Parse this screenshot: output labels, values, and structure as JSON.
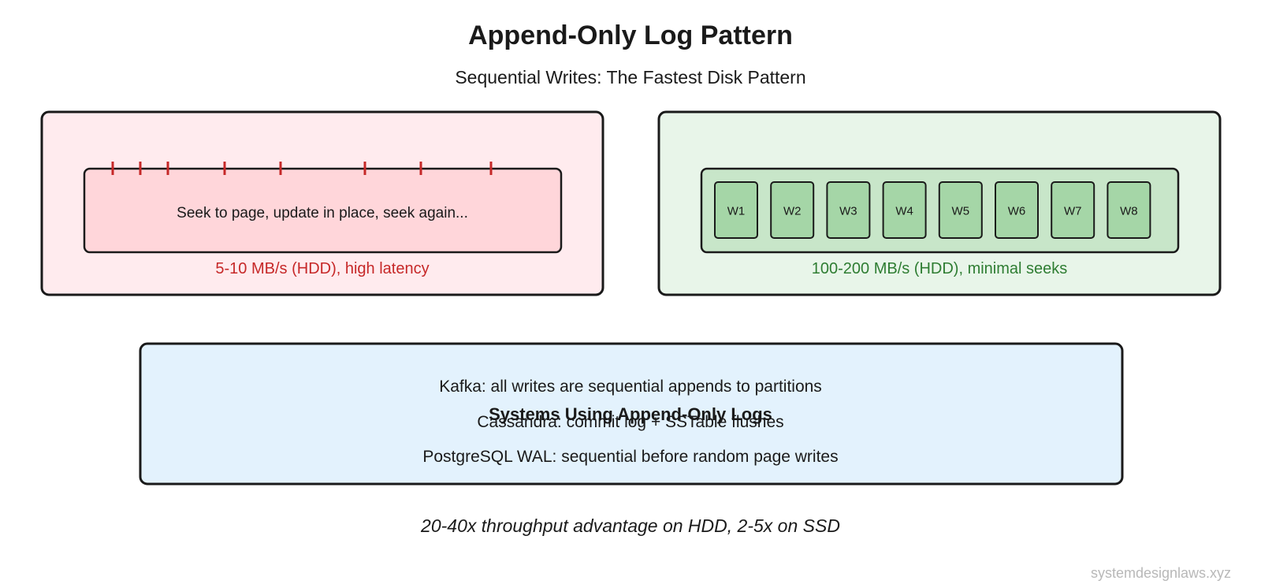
{
  "title": "Append-Only Log Pattern",
  "subtitle": "Sequential Writes: The Fastest Disk Pattern",
  "random_panel": {
    "description": "Seek to page, update in place, seek again...",
    "caption": "5-10 MB/s (HDD), high latency",
    "colors": {
      "panel_fill": "#ffebee",
      "inner_fill": "#ffd6da",
      "tick": "#c62828",
      "caption": "#c62828"
    }
  },
  "sequential_panel": {
    "blocks": [
      "W1",
      "W2",
      "W3",
      "W4",
      "W5",
      "W6",
      "W7",
      "W8"
    ],
    "caption": "100-200 MB/s (HDD), minimal seeks",
    "colors": {
      "panel_fill": "#e8f5e9",
      "inner_fill": "#c8e6c9",
      "block_fill": "#a5d6a7",
      "caption": "#2e7d32"
    }
  },
  "systems_panel": {
    "title": "Systems Using Append-Only Logs",
    "items": [
      "Kafka: all writes are sequential appends to partitions",
      "Cassandra: commit log + SSTable flushes",
      "PostgreSQL WAL: sequential before random page writes"
    ],
    "colors": {
      "panel_fill": "#e3f2fd"
    }
  },
  "footer": "20-40x throughput advantage on HDD, 2-5x on SSD",
  "watermark": "systemdesignlaws.xyz"
}
